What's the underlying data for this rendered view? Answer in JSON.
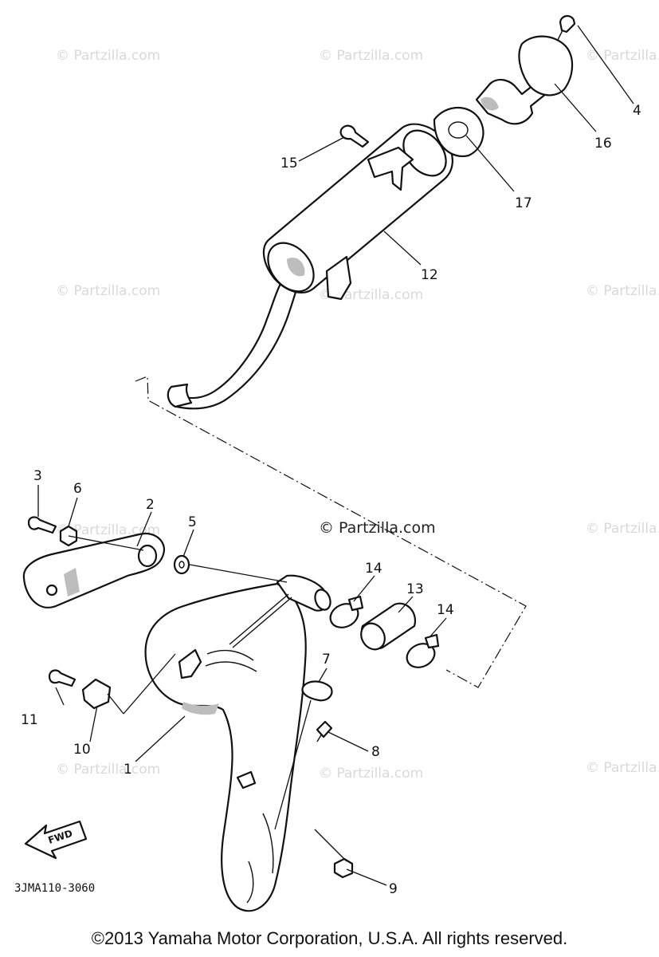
{
  "watermark": "© Partzilla.com",
  "drawing_code": "3JMA110-3060",
  "fwd_label": "FWD",
  "copyright": "©2013 Yamaha Motor Corporation, U.S.A. All rights reserved.",
  "callouts": [
    "1",
    "2",
    "3",
    "4",
    "5",
    "6",
    "7",
    "8",
    "9",
    "10",
    "11",
    "12",
    "13",
    "14",
    "14",
    "15",
    "16",
    "17"
  ]
}
